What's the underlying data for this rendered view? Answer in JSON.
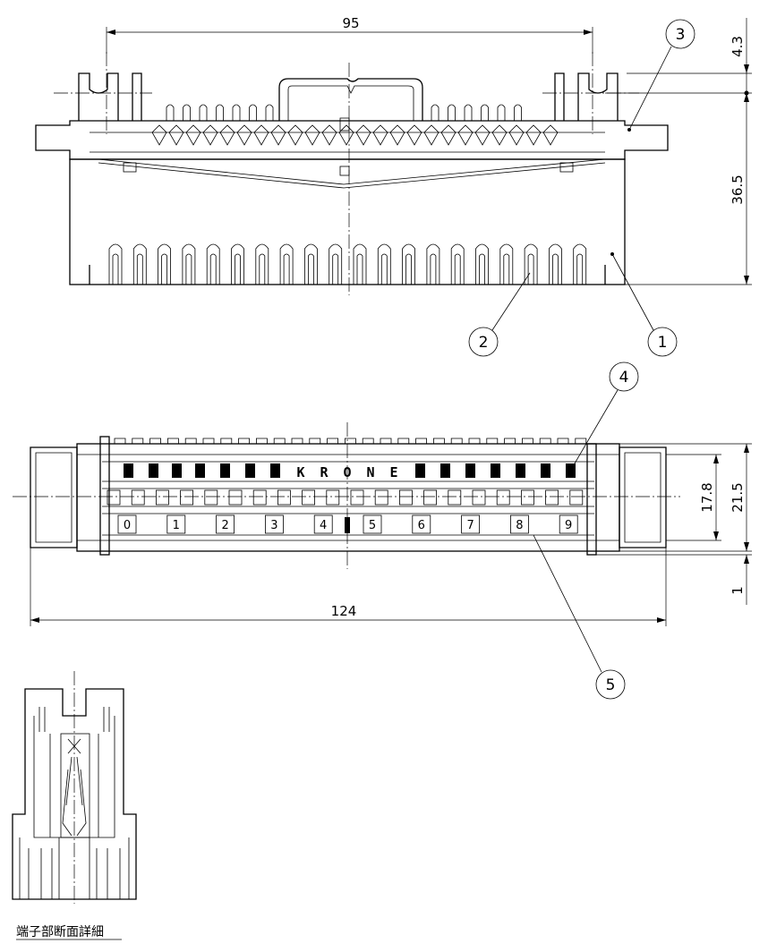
{
  "dimensions": {
    "d95": "95",
    "d4_3": "4.3",
    "d36_5": "36.5",
    "d17_8": "17.8",
    "d21_5": "21.5",
    "d124": "124",
    "d1": "1"
  },
  "brand_letters": [
    "K",
    "R",
    "O",
    "N",
    "E"
  ],
  "pair_numbers": [
    "0",
    "1",
    "2",
    "3",
    "4",
    "5",
    "6",
    "7",
    "8",
    "9"
  ],
  "callouts": [
    "1",
    "2",
    "3",
    "4",
    "5"
  ],
  "caption": "端子部断面詳細"
}
